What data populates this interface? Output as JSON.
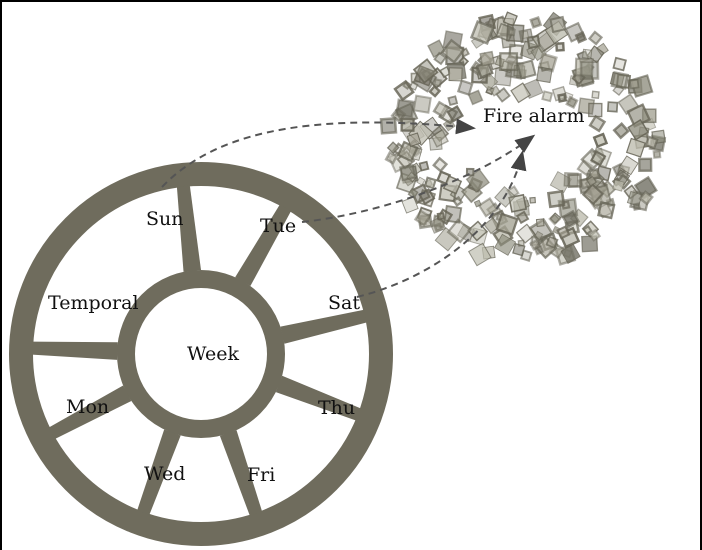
{
  "center_label": "Week",
  "segments": [
    {
      "id": "sun",
      "label": "Sun"
    },
    {
      "id": "tue",
      "label": "Tue"
    },
    {
      "id": "sat",
      "label": "Sat"
    },
    {
      "id": "thu",
      "label": "Thu"
    },
    {
      "id": "fri",
      "label": "Fri"
    },
    {
      "id": "wed",
      "label": "Wed"
    },
    {
      "id": "mon",
      "label": "Mon"
    },
    {
      "id": "temporal",
      "label": "Temporal"
    }
  ],
  "target_label": "Fire alarm",
  "arrows": [
    {
      "from": "Sun",
      "to": "Fire alarm"
    },
    {
      "from": "Tue",
      "to": "Fire alarm"
    },
    {
      "from": "Sat",
      "to": "Fire alarm"
    }
  ],
  "colors": {
    "wheel": "#6f6c5d",
    "arrow": "#555555",
    "cluster": [
      "#8b8a7a",
      "#a4a293",
      "#6f6d60",
      "#bdbcae"
    ]
  }
}
